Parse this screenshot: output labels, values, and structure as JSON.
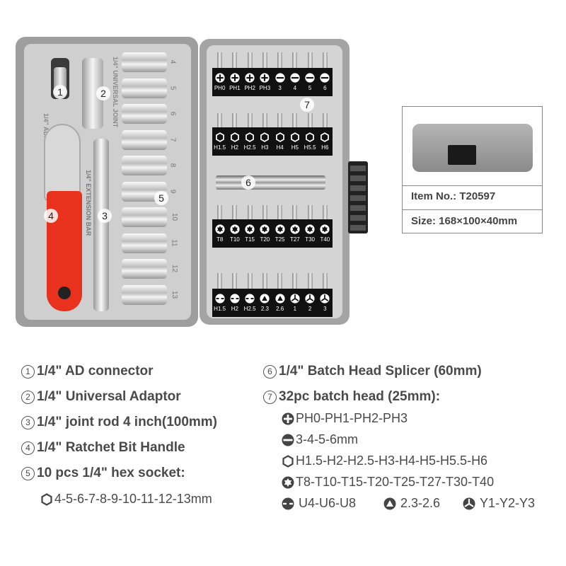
{
  "case": {
    "adaptor_label": "1/4\" ADAPTOR",
    "joint_label": "1/4\" UNIVERSAL JOINT",
    "extension_label": "1/4\" EXTENSION BAR",
    "socket_sizes": [
      "4",
      "5",
      "6",
      "7",
      "8",
      "9",
      "10",
      "11",
      "12",
      "13"
    ],
    "callouts": [
      "1",
      "2",
      "3",
      "4",
      "5",
      "6",
      "7"
    ],
    "bit_rows": [
      {
        "labels": [
          "PH0",
          "PH1",
          "PH2",
          "PH3",
          "3",
          "4",
          "5",
          "6"
        ],
        "icons": [
          "phillips",
          "phillips",
          "phillips",
          "phillips",
          "slotted",
          "slotted",
          "slotted",
          "slotted"
        ]
      },
      {
        "labels": [
          "H1.5",
          "H2",
          "H2.5",
          "H3",
          "H4",
          "H5",
          "H5.5",
          "H6"
        ],
        "icons": [
          "hex",
          "hex",
          "hex",
          "hex",
          "hex",
          "hex",
          "hex",
          "hex"
        ]
      },
      {
        "labels": [
          "T8",
          "T10",
          "T15",
          "T20",
          "T25",
          "T27",
          "T30",
          "T40"
        ],
        "icons": [
          "torx",
          "torx",
          "torx",
          "torx",
          "torx",
          "torx",
          "torx",
          "torx"
        ]
      },
      {
        "labels": [
          "H1.5",
          "H2",
          "H2.5",
          "2.3",
          "2.6",
          "1",
          "2",
          "3"
        ],
        "icons": [
          "u",
          "u",
          "u",
          "triangle",
          "triangle",
          "y",
          "y",
          "y"
        ]
      }
    ]
  },
  "info": {
    "item_no": "Item No.: T20597",
    "size": "Size: 168×100×40mm"
  },
  "legend": {
    "left": [
      {
        "num": "1",
        "text": "1/4\" AD connector"
      },
      {
        "num": "2",
        "text": "1/4\" Universal Adaptor"
      },
      {
        "num": "3",
        "text": "1/4\" joint rod 4 inch(100mm)"
      },
      {
        "num": "4",
        "text": "1/4\" Ratchet Bit Handle"
      },
      {
        "num": "5",
        "text": "10 pcs 1/4\" hex socket:"
      }
    ],
    "left_sub": "4-5-6-7-8-9-10-11-12-13mm",
    "right": [
      {
        "num": "6",
        "text": "1/4\" Batch Head Splicer (60mm)"
      },
      {
        "num": "7",
        "text": "32pc batch head (25mm):"
      }
    ],
    "right_sub": [
      {
        "icon": "phillips",
        "text": "PH0-PH1-PH2-PH3"
      },
      {
        "icon": "slotted",
        "text": "3-4-5-6mm"
      },
      {
        "icon": "hex",
        "text": "H1.5-H2-H2.5-H3-H4-H5-H5.5-H6"
      },
      {
        "icon": "torx",
        "text": "T8-T10-T15-T20-T25-T27-T30-T40"
      }
    ],
    "right_last": [
      {
        "icon": "u",
        "text": "U4-U6-U8"
      },
      {
        "icon": "triangle",
        "text": "2.3-2.6"
      },
      {
        "icon": "y",
        "text": "Y1-Y2-Y3"
      }
    ]
  },
  "colors": {
    "handle_red": "#e8321e",
    "text": "#4a4a4a",
    "case_gray": "#a4a4a4"
  }
}
